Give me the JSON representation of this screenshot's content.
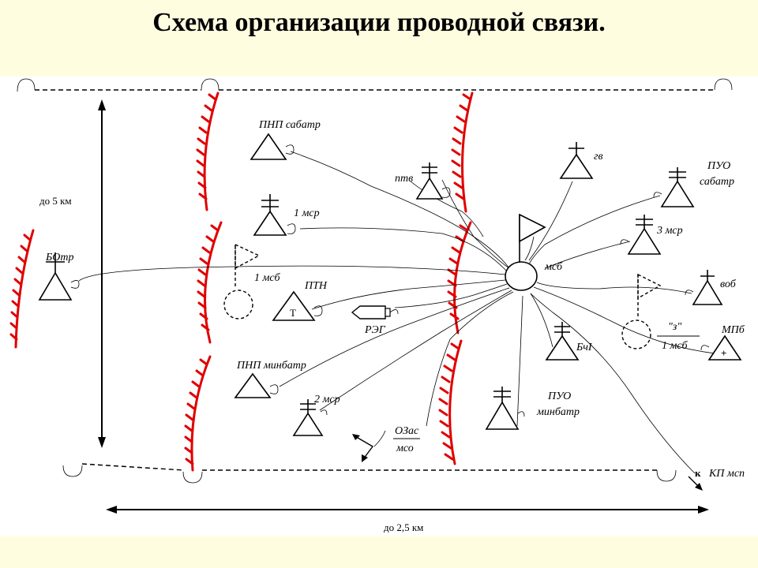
{
  "title": "Схема организации проводной связи.",
  "diagram": {
    "distance_vertical": "до 5 км",
    "distance_horizontal": "до 2,5 км",
    "labels": {
      "bo_tr": "БОтр",
      "pnp_sabatr": "ПНП сабатр",
      "msr1": "1 мср",
      "msb1": "1 мсб",
      "ptn": "ПТН",
      "reg": "РЭГ",
      "pnp_minbatr": "ПНП минбатр",
      "msr2": "2 мср",
      "ozas": "ОЗас",
      "mso": "мсо",
      "ptv": "птв",
      "msb": "мсб",
      "gv": "гв",
      "puo_sabatr_top": "ПУО",
      "puo_sabatr_bottom": "сабатр",
      "msr3": "3 мср",
      "vob": "воб",
      "z": "\"з\"",
      "msb1_right": "1 мсб",
      "mpb": "МПб",
      "bchi": "БчI",
      "puo_minbatr_top": "ПУО",
      "puo_minbatr_bottom": "минбатр",
      "k": "к",
      "kp_msp": "КП мсп"
    }
  }
}
